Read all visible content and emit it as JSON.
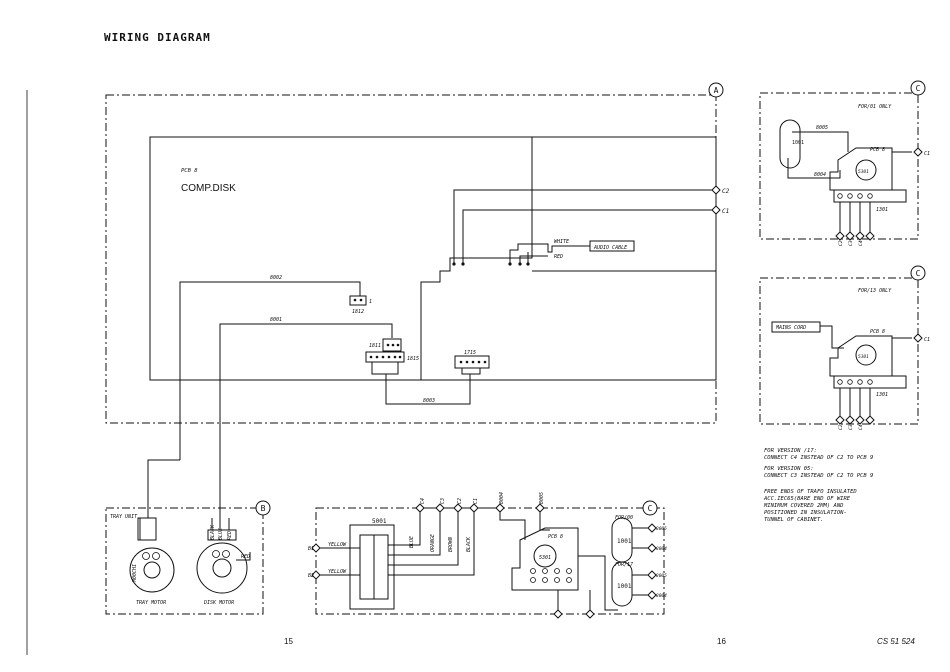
{
  "title": "WIRING DIAGRAM",
  "page_left": "15",
  "page_right": "16",
  "doc_code": "CS 51 524",
  "main_panel": {
    "marker": "A",
    "pcb_label": "PCB 8",
    "pcb_name": "COMP.DISK",
    "c2": "C2",
    "c1": "C1",
    "white": "WHITE",
    "red": "RED",
    "audio_cable": "AUDIO CABLE",
    "w8002": "8002",
    "w8001": "8001",
    "w8003": "8003",
    "c1812": "1812",
    "c1811": "1811",
    "c1815": "1815",
    "c1715": "1715",
    "pin1": "1"
  },
  "motor_panel": {
    "marker": "B",
    "tray_unit": "TRAY UNIT",
    "black": "BLACK",
    "blue": "BLUE",
    "red_v": "RED",
    "red": "RED",
    "m_label": "M00CHI",
    "tray_motor": "TRAY MOTOR",
    "disk_motor": "DISK MOTOR"
  },
  "transformer_panel": {
    "marker": "C",
    "c4": "C4",
    "c3": "C3",
    "c2": "C2",
    "c1": "C1",
    "w8004": "8004",
    "w8005": "8005",
    "t5001": "5001",
    "s5301": "5301",
    "pcb": "PCB 8",
    "yellow1": "YELLOW",
    "yellow2": "YELLOW",
    "blue": "BLUE",
    "orange": "ORANGE",
    "brown": "BROWN",
    "black": "BLACK",
    "b1": "B1",
    "b2": "B2",
    "for00": "FOR/00",
    "for17": "FOR/17",
    "f1001a": "1001",
    "f1001b": "1001",
    "l8005a": "8005",
    "l8004a": "8004",
    "l8005b": "8005",
    "l8004b": "8004"
  },
  "panel_01": {
    "marker": "C",
    "note": "FOR/01 ONLY",
    "w8005": "8005",
    "w8004": "8004",
    "f1001": "1001",
    "pcb": "PCB 8",
    "s5301": "5301",
    "c1301": "1301",
    "c1": "C1",
    "c2": "C2",
    "c3": "C3",
    "c4": "C4"
  },
  "panel_13": {
    "marker": "C",
    "note": "FOR/13 ONLY",
    "mains": "MAINS CORD",
    "pcb": "PCB 8",
    "s5301": "5301",
    "c1301": "1301",
    "c1": "C1",
    "c2": "C2",
    "c3": "C3",
    "c4": "C4"
  },
  "notes": [
    "FOR VERSION /17:",
    "CONNECT C4 INSTEAD OF C2 TO PCB 9",
    "FOR VERSION 05:",
    "CONNECT C3 INSTEAD OF C2 TO PCB 9",
    "FREE ENDS OF TRAFO INSULATED",
    "ACC.IEC65(BARE END OF WIRE",
    "MINIMUM COVERED 2MM) AND",
    "POSITIONED IN INSULATION-",
    "TUNNEL OF CABINET."
  ]
}
